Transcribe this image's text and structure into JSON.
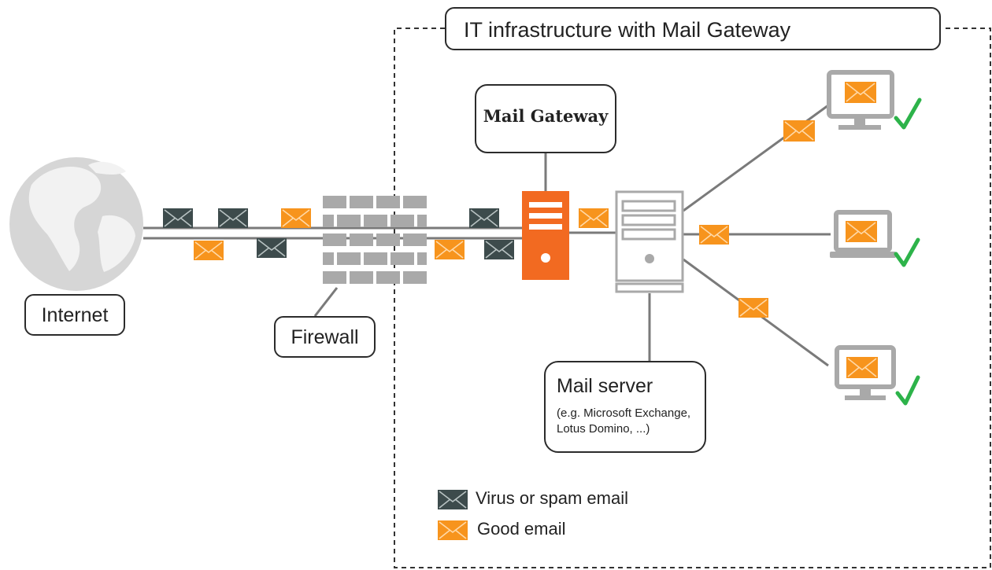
{
  "title": "IT infrastructure with Mail Gateway",
  "nodes": {
    "internet": "Internet",
    "firewall": "Firewall",
    "mail_gateway": "Mail Gateway",
    "mail_server": "Mail server",
    "mail_server_note": "(e.g. Microsoft Exchange, Lotus Domino, ...)"
  },
  "legend": {
    "virus": "Virus or spam email",
    "good": "Good email"
  },
  "colors": {
    "good_email": "#f7941d",
    "spam_email": "#3d4b4c",
    "gateway": "#f26a21",
    "gray": "#a9a9a9",
    "check": "#2db34a"
  }
}
